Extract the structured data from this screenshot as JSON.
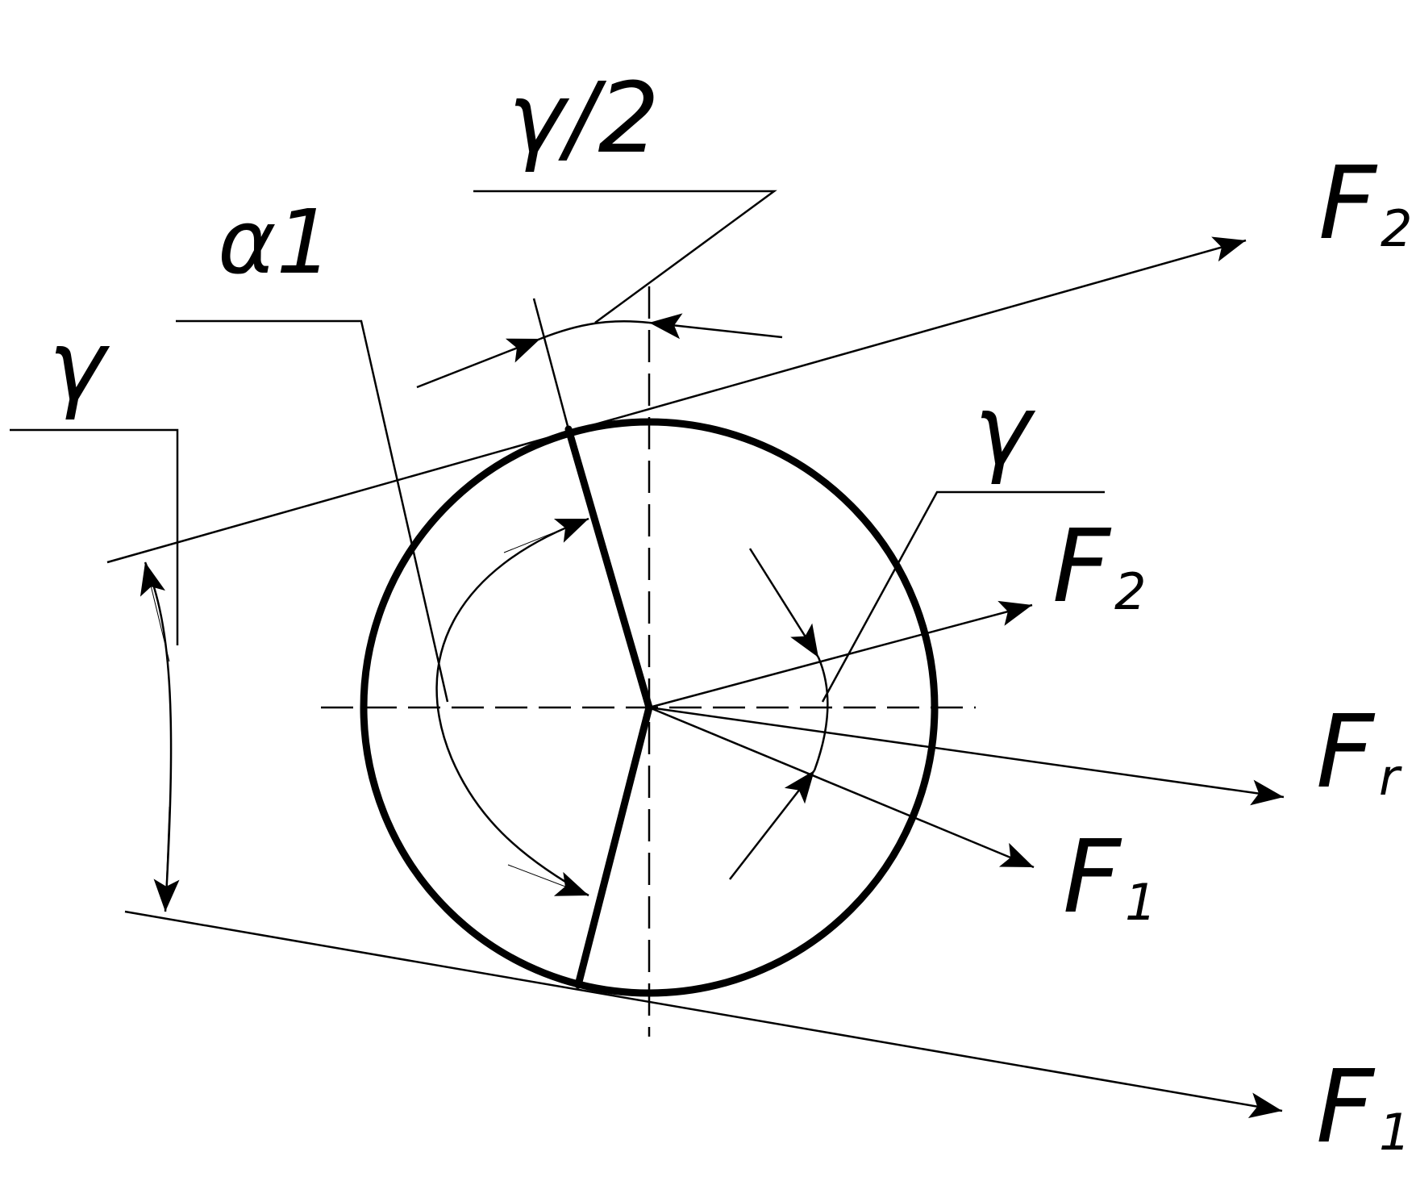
{
  "colors": {
    "ink": "#000000",
    "paper": "#ffffff"
  },
  "labels": {
    "gamma_half": "γ/2",
    "a1": "α1",
    "gamma_left": "γ",
    "gamma_right": "γ",
    "F2_top": "F",
    "F2_top_sub": "2",
    "F2_mid": "F",
    "F2_mid_sub": "2",
    "Fr": "F",
    "Fr_sub": "r",
    "F1_mid": "F",
    "F1_mid_sub": "1",
    "F1_bottom": "F",
    "F1_bottom_sub": "1"
  }
}
